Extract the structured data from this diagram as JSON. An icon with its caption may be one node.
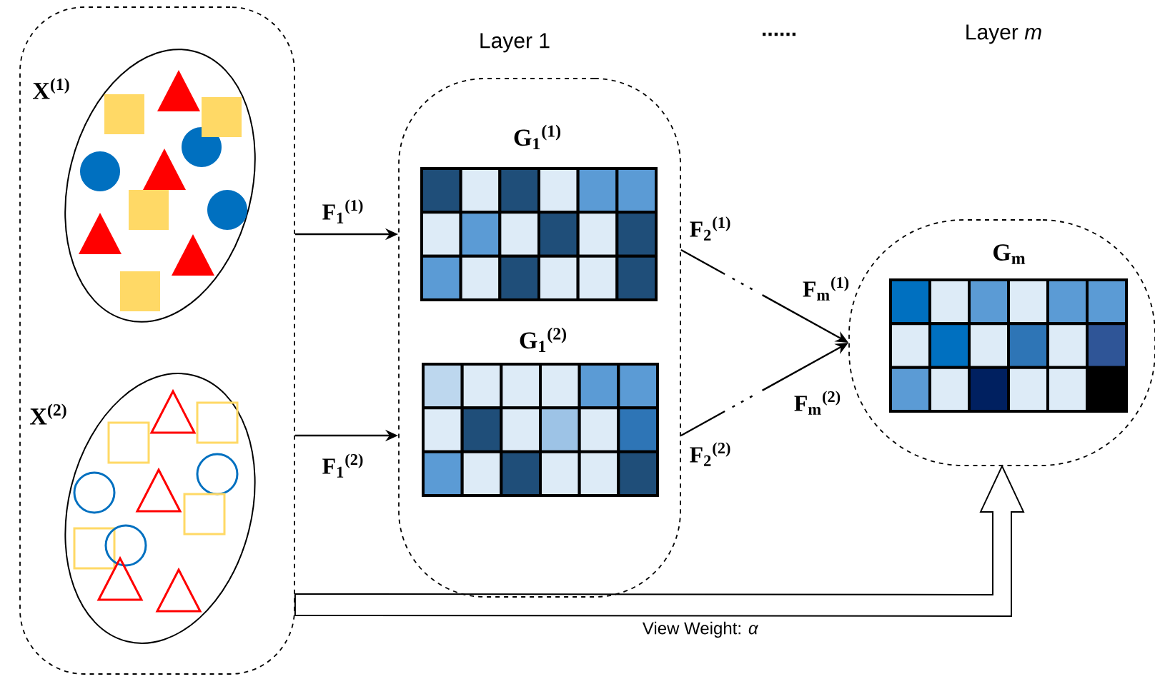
{
  "diagram": {
    "nodes": [
      {
        "text": [],
        "shape": "box"
      },
      {
        "text": [
          "X$^{(1)}$"
        ],
        "in": 0
      },
      {
        "text": [
          "X$^{(2)}$"
        ],
        "in": 0
      },
      {
        "text": [],
        "shape": "box"
      },
      {
        "text": [
          "G$_{1}$$^{(1)}$"
        ],
        "in": 3
      },
      {
        "text": [
          "G$_{1}$$^{(2)}$"
        ],
        "in": 3
      },
      {
        "text": [],
        "shape": "box"
      },
      {
        "text": [
          "G$_{m}$"
        ],
        "in": 6
      }
    ],
    "edges": [
      {
        "from": 0,
        "to": 3,
        "arrow": "to",
        "label": "F$_{1}$$^{(1)}$"
      },
      {
        "from": 0,
        "to": 3,
        "arrow": "to",
        "label": "F$_{1}$$^{(2)}$"
      },
      {
        "from": 3,
        "to": 6,
        "arrow": "to",
        "style": "dashed",
        "label": "F$_{m}$$^{(1)}$"
      },
      {
        "from": 3,
        "to": 6,
        "arrow": "to",
        "style": "dashed",
        "label": "F$_{m}$$^{(2)}$"
      },
      {
        "from": 0,
        "to": 6,
        "arrow": "to",
        "style": "thick",
        "label": "View Weight: *α*"
      }
    ],
    "labels": [
      "Layer 1",
      "......",
      "Layer *m*",
      "F$_{2}$$^{(1)}$",
      "F$_{2}$$^{(2)}$"
    ]
  }
}
